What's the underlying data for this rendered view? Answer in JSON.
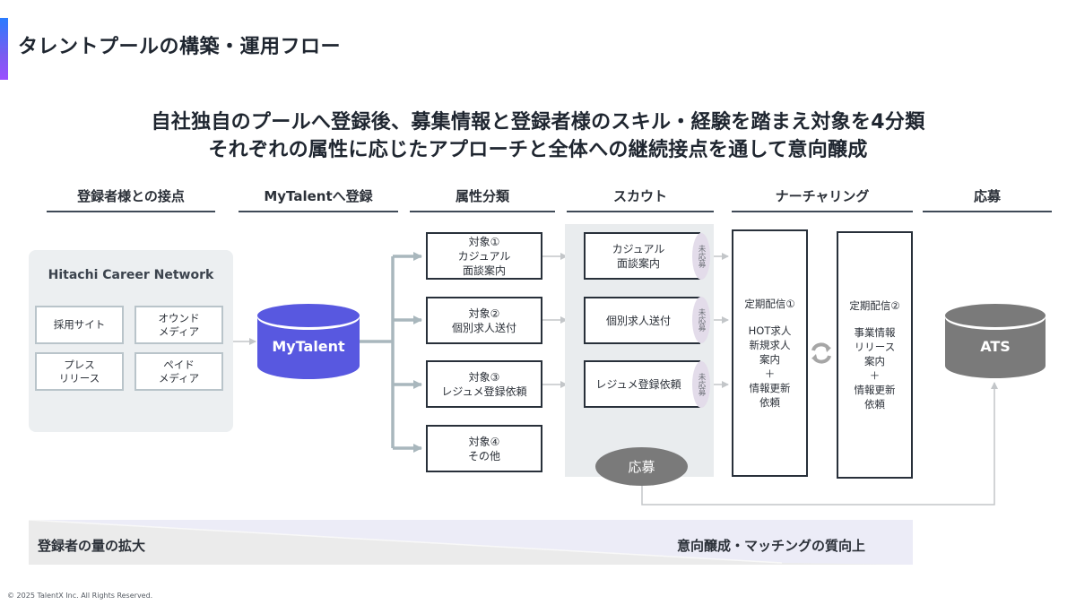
{
  "page": {
    "title": "タレントプールの構築・運用フロー",
    "headline": [
      "自社独自のプールへ登録後、募集情報と登録者様のスキル・経験を踏まえ対象を4分類",
      "それぞれの属性に応じたアプローチと全体への継続接点を通して意向醸成"
    ],
    "accent_gradient": [
      "#2a7cff",
      "#9b4dff"
    ]
  },
  "columns": [
    {
      "id": "touchpoint",
      "label": "登録者様との接点"
    },
    {
      "id": "register",
      "label": "MyTalentへ登録"
    },
    {
      "id": "classify",
      "label": "属性分類"
    },
    {
      "id": "scout",
      "label": "スカウト"
    },
    {
      "id": "nurturing",
      "label": "ナーチャリング"
    },
    {
      "id": "apply",
      "label": "応募"
    }
  ],
  "sources": {
    "title": "Hitachi Career Network",
    "items": [
      {
        "label": "採用サイト"
      },
      {
        "label": "オウンド\nメディア"
      },
      {
        "label": "プレス\nリリース"
      },
      {
        "label": "ペイド\nメディア"
      }
    ]
  },
  "databases": {
    "mytalent": {
      "label": "MyTalent",
      "color": "#5858e0"
    },
    "ats": {
      "label": "ATS",
      "color": "#7a7a7a"
    }
  },
  "targets": [
    {
      "label": "対象①\nカジュアル\n面談案内"
    },
    {
      "label": "対象②\n個別求人送付"
    },
    {
      "label": "対象③\nレジュメ登録依頼"
    },
    {
      "label": "対象④\nその他"
    }
  ],
  "scout": {
    "items": [
      {
        "label": "カジュアル\n面談案内",
        "status": "未応募"
      },
      {
        "label": "個別求人送付",
        "status": "未応募"
      },
      {
        "label": "レジュメ登録依頼",
        "status": "未応募"
      }
    ],
    "apply_label": "応募"
  },
  "nurturing": [
    {
      "title": "定期配信①",
      "body": "HOT求人\n新規求人\n案内\n＋\n情報更新\n依頼"
    },
    {
      "title": "定期配信②",
      "body": "事業情報\nリリース\n案内\n＋\n情報更新\n依頼"
    }
  ],
  "cycle_icon": "refresh-cycle-icon",
  "bottom_band": {
    "left_label": "登録者の量の拡大",
    "right_label": "意向醸成・マッチングの質向上"
  },
  "footer": {
    "copyright": "© 2025 TalentX Inc. All Rights Reserved."
  }
}
